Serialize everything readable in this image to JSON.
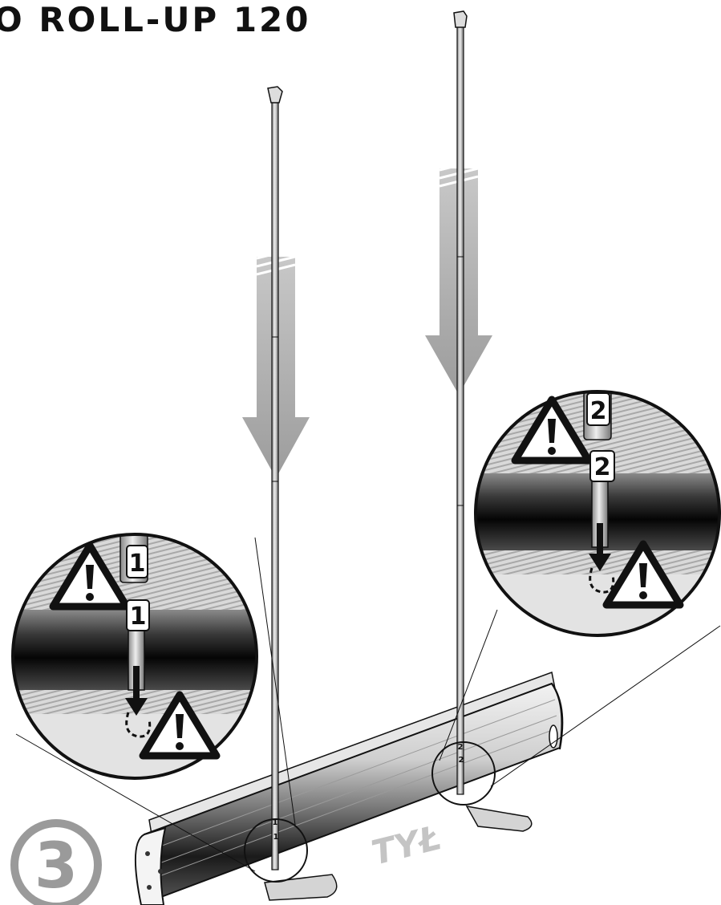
{
  "title": "O ROLL-UP 120",
  "step_number": "3",
  "side_label": "TYŁ",
  "pole_left_number": "1",
  "pole_right_number": "2",
  "warning_icon": "warning-triangle-icon",
  "arrow_icon": "down-arrow-icon",
  "colors": {
    "outline": "#111111",
    "arrow_gray": "#a9a9a9",
    "step_gray": "#9a9a9a",
    "text_gray": "#c4c4c4"
  }
}
